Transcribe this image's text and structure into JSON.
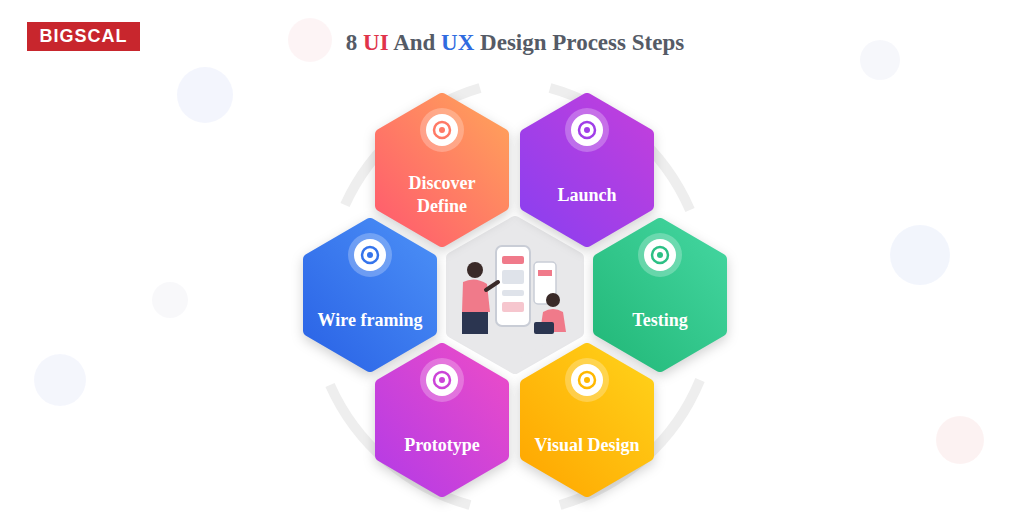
{
  "diagram": {
    "title": "8 UI And UX Design Process Steps",
    "nodes": [
      {
        "text": [
          "Discover Define"
        ]
      },
      {
        "text": [
          "Launch"
        ]
      },
      {
        "text": [
          "Wire framing"
        ]
      },
      {
        "text": [
          "Testing"
        ]
      },
      {
        "text": [
          "Prototype"
        ]
      },
      {
        "text": [
          "Visual Design"
        ]
      }
    ],
    "labels": [
      "BIGSCAL"
    ]
  }
}
